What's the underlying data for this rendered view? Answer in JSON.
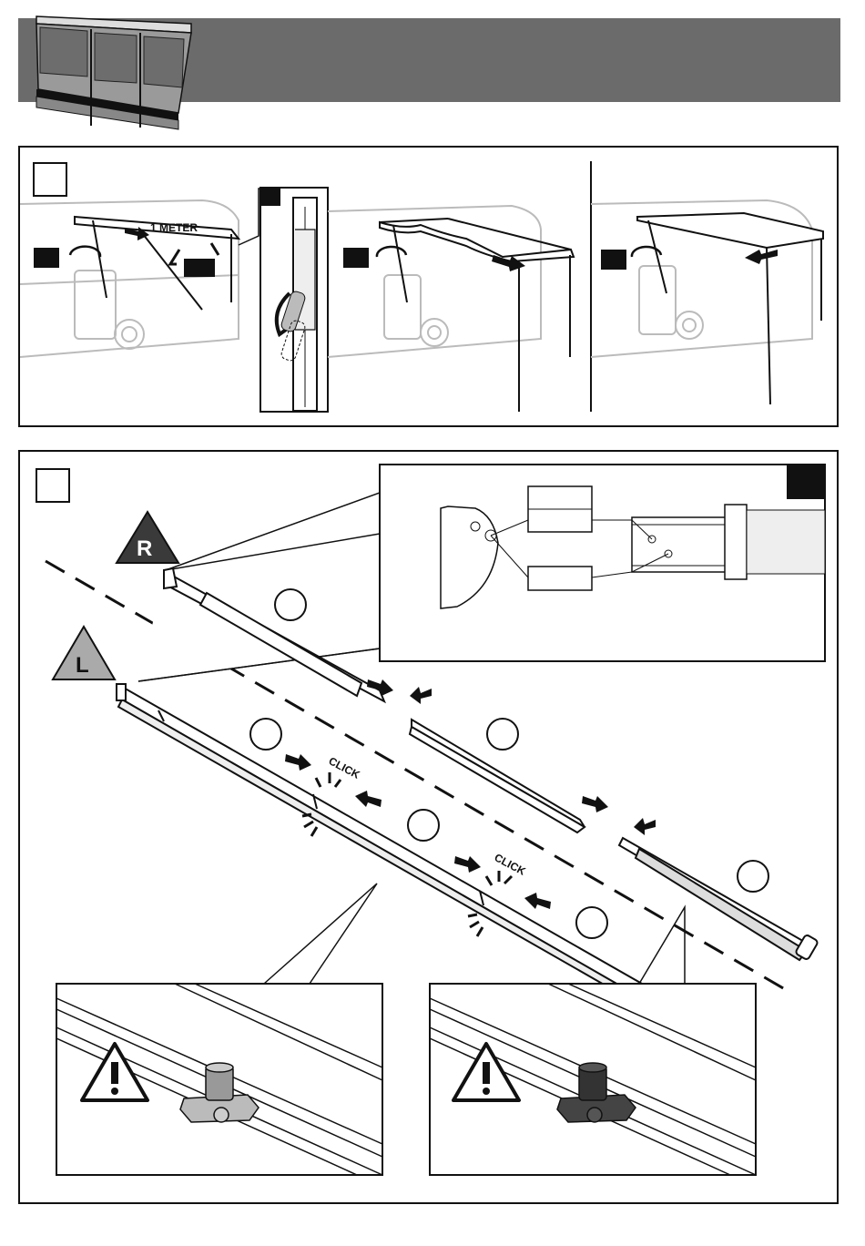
{
  "header": {
    "color": "#6b6b6b"
  },
  "step_a": {
    "measure_label": "1 METER"
  },
  "step_b": {
    "right_marker": "R",
    "left_marker": "L",
    "click_labels": [
      "CLICK",
      "CLICK"
    ]
  },
  "icons": [
    "awning-icon",
    "warning-icon",
    "arrow-icon",
    "crank-rotate-icon"
  ]
}
